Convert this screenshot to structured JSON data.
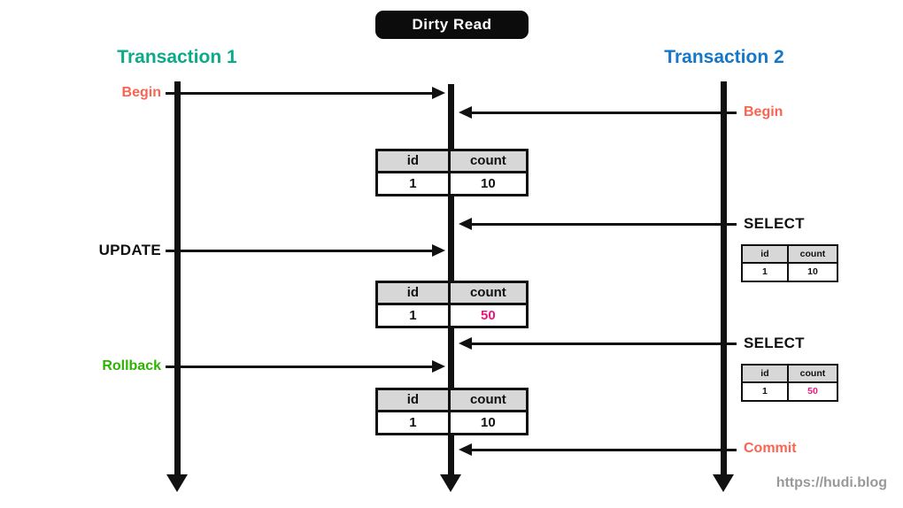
{
  "title": "Dirty Read",
  "watermark": "https://hudi.blog",
  "colors": {
    "transaction1": "#0caa88",
    "transaction2": "#1577c8",
    "begin_commit": "#fa6450",
    "rollback": "#2cb400",
    "dirty_value": "#e8197d",
    "table_header_bg": "#d7d7d7",
    "line": "#111111",
    "watermark": "#999999"
  },
  "transaction1": {
    "heading": "Transaction 1",
    "events": {
      "begin": "Begin",
      "update": "UPDATE",
      "rollback": "Rollback"
    }
  },
  "transaction2": {
    "heading": "Transaction 2",
    "events": {
      "begin": "Begin",
      "select1": "SELECT",
      "select2": "SELECT",
      "commit": "Commit"
    }
  },
  "center_tables": [
    {
      "headers": [
        "id",
        "count"
      ],
      "row": [
        "1",
        "10"
      ]
    },
    {
      "headers": [
        "id",
        "count"
      ],
      "row": [
        "1",
        "50"
      ]
    },
    {
      "headers": [
        "id",
        "count"
      ],
      "row": [
        "1",
        "10"
      ]
    }
  ],
  "side_tables": [
    {
      "headers": [
        "id",
        "count"
      ],
      "row": [
        "1",
        "10"
      ]
    },
    {
      "headers": [
        "id",
        "count"
      ],
      "row": [
        "1",
        "50"
      ]
    }
  ]
}
